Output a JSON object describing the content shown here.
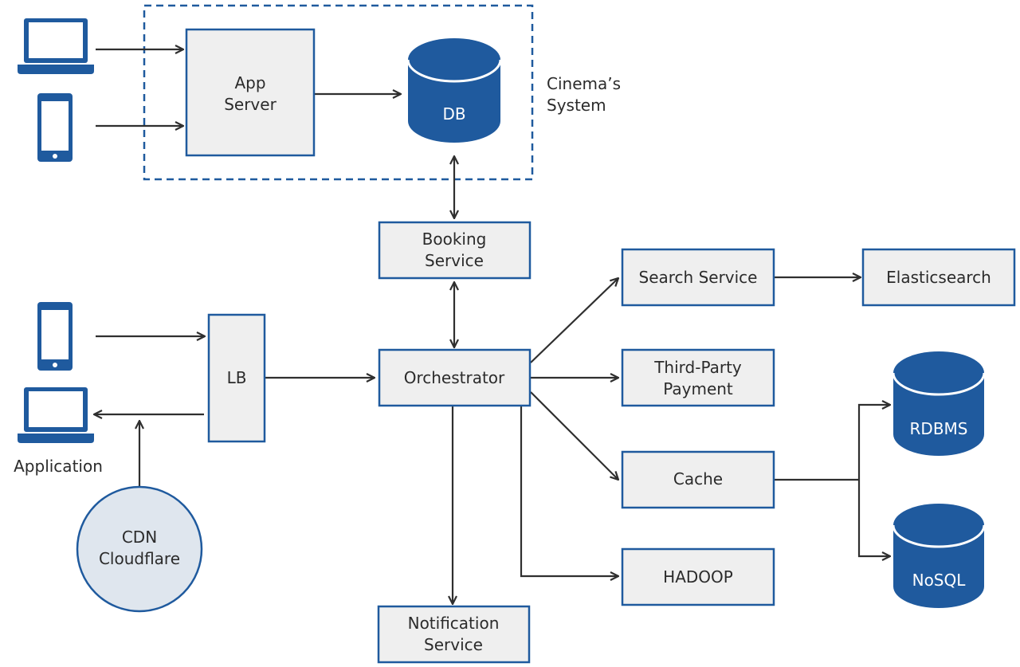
{
  "boundary": {
    "label_line1": "Cinema’s",
    "label_line2": "System"
  },
  "nodes": {
    "app_server": {
      "line1": "App",
      "line2": "Server"
    },
    "db": {
      "label": "DB"
    },
    "booking_service": {
      "line1": "Booking",
      "line2": "Service"
    },
    "lb": {
      "label": "LB"
    },
    "orchestrator": {
      "label": "Orchestrator"
    },
    "search_service": {
      "label": "Search Service"
    },
    "elasticsearch": {
      "label": "Elasticsearch"
    },
    "third_party_payment": {
      "line1": "Third-Party",
      "line2": "Payment"
    },
    "cache": {
      "label": "Cache"
    },
    "hadoop": {
      "label": "HADOOP"
    },
    "notification_service": {
      "line1": "Notification",
      "line2": "Service"
    },
    "rdbms": {
      "label": "RDBMS"
    },
    "nosql": {
      "label": "NoSQL"
    },
    "cdn": {
      "line1": "CDN",
      "line2": "Cloudflare"
    },
    "application": {
      "label": "Application"
    }
  },
  "icons": [
    "laptop-icon",
    "phone-icon",
    "database-icon"
  ],
  "colors": {
    "accent": "#1f5a9e",
    "box_fill": "#efefef",
    "circle_fill": "#dfe6ee",
    "edge": "#2f2f2f"
  }
}
